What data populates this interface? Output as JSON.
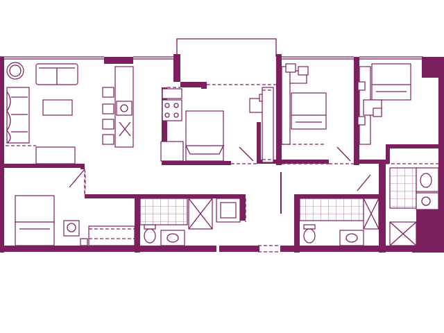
{
  "colors": {
    "wall": "#7b1f5e",
    "background": "#ffffff"
  },
  "rooms": [
    {
      "id": "living-room",
      "furniture": [
        "sofa",
        "armchair",
        "coffee-table",
        "media-console",
        "round-table"
      ]
    },
    {
      "id": "kitchen",
      "furniture": [
        "island",
        "bar-stools",
        "sink",
        "range",
        "fridge"
      ]
    },
    {
      "id": "bedroom-1",
      "furniture": [
        "bed",
        "desk",
        "chair"
      ]
    },
    {
      "id": "bedroom-2",
      "furniture": [
        "bed",
        "desk",
        "chair"
      ]
    },
    {
      "id": "bedroom-3",
      "furniture": [
        "bed",
        "desk",
        "chair"
      ]
    },
    {
      "id": "bedroom-4",
      "furniture": [
        "bed",
        "desk",
        "chair"
      ]
    },
    {
      "id": "bathroom-1",
      "furniture": [
        "toilet",
        "sink",
        "shower"
      ]
    },
    {
      "id": "bathroom-2",
      "furniture": [
        "toilet",
        "sink",
        "shower"
      ]
    },
    {
      "id": "bathroom-3",
      "furniture": [
        "toilet",
        "sink",
        "shower"
      ]
    },
    {
      "id": "laundry",
      "furniture": [
        "washer-dryer"
      ]
    },
    {
      "id": "balcony",
      "furniture": []
    }
  ]
}
